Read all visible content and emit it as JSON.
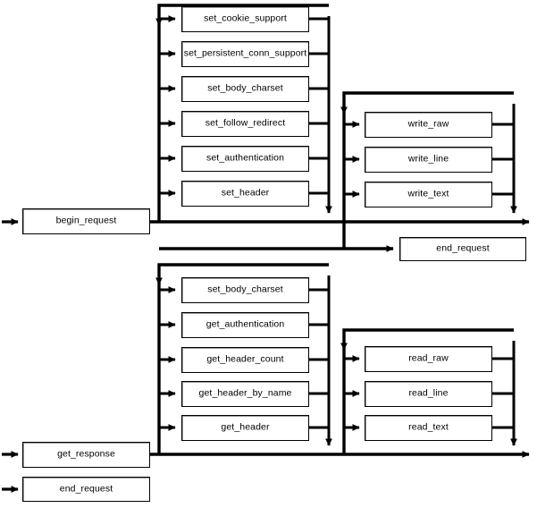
{
  "diagram": {
    "type": "flow-sequence",
    "title": "",
    "colors": {
      "line": "#000000",
      "box_border": "#000000",
      "box_fill": "#ffffff",
      "box_shadow": "#9a9a9a",
      "background": "#ffffff"
    },
    "phases": [
      {
        "id": "request-phase",
        "entry": {
          "label": "begin_request"
        },
        "exit": {
          "label": "end_request"
        },
        "groups": [
          {
            "id": "request-setters",
            "items": [
              {
                "label": "set_cookie_support"
              },
              {
                "label": "set_persistent_conn_support"
              },
              {
                "label": "set_body_charset"
              },
              {
                "label": "set_follow_redirect"
              },
              {
                "label": "set_authentication"
              },
              {
                "label": "set_header"
              }
            ]
          },
          {
            "id": "request-writers",
            "items": [
              {
                "label": "write_raw"
              },
              {
                "label": "write_line"
              },
              {
                "label": "write_text"
              }
            ]
          }
        ]
      },
      {
        "id": "response-phase",
        "entry": {
          "label": "get_response"
        },
        "exit": {
          "label": "end_request"
        },
        "groups": [
          {
            "id": "response-getters",
            "items": [
              {
                "label": "set_body_charset"
              },
              {
                "label": "get_authentication"
              },
              {
                "label": "get_header_count"
              },
              {
                "label": "get_header_by_name"
              },
              {
                "label": "get_header"
              }
            ]
          },
          {
            "id": "response-readers",
            "items": [
              {
                "label": "read_raw"
              },
              {
                "label": "read_line"
              },
              {
                "label": "read_text"
              }
            ]
          }
        ]
      }
    ],
    "nodes": {
      "begin_request": "begin_request",
      "end_request_top": "end_request",
      "get_response": "get_response",
      "end_request_bottom": "end_request",
      "set_cookie_support": "set_cookie_support",
      "set_persistent_conn_support": "set_persistent_conn_support",
      "set_body_charset_1": "set_body_charset",
      "set_follow_redirect": "set_follow_redirect",
      "set_authentication": "set_authentication",
      "set_header": "set_header",
      "write_raw": "write_raw",
      "write_line": "write_line",
      "write_text": "write_text",
      "set_body_charset_2": "set_body_charset",
      "get_authentication": "get_authentication",
      "get_header_count": "get_header_count",
      "get_header_by_name": "get_header_by_name",
      "get_header": "get_header",
      "read_raw": "read_raw",
      "read_line": "read_line",
      "read_text": "read_text"
    }
  }
}
